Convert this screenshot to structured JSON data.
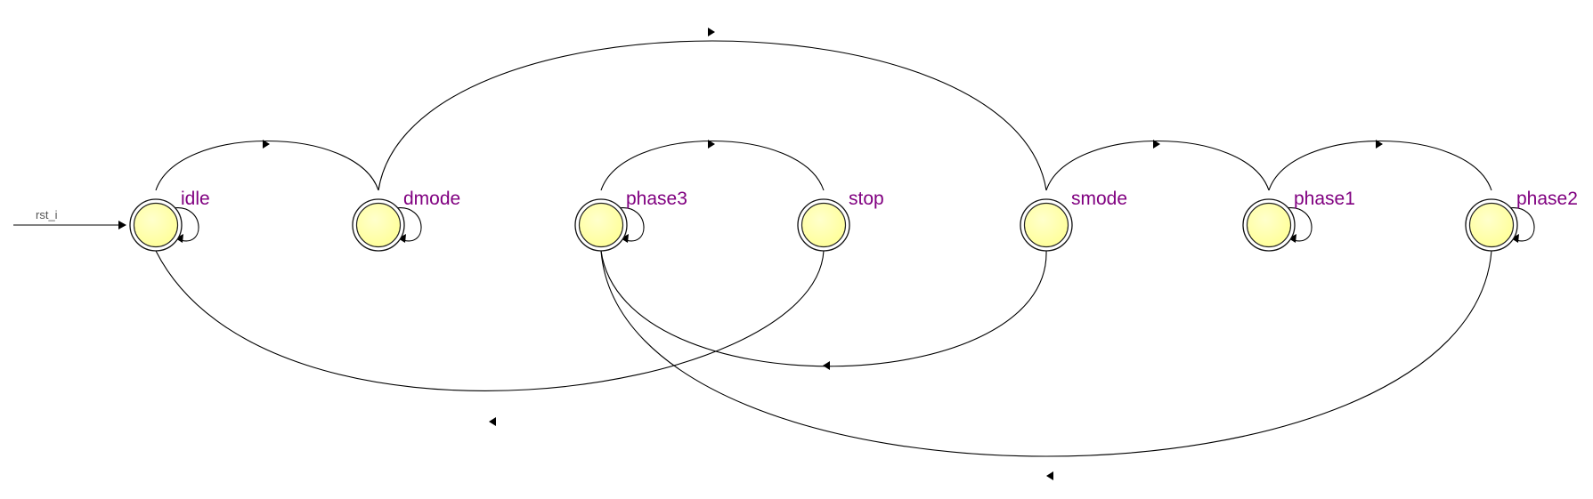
{
  "reset": {
    "label": "rst_i",
    "target": "idle"
  },
  "states": [
    {
      "id": "idle",
      "label": "idle"
    },
    {
      "id": "dmode",
      "label": "dmode"
    },
    {
      "id": "phase3",
      "label": "phase3"
    },
    {
      "id": "stop",
      "label": "stop"
    },
    {
      "id": "smode",
      "label": "smode"
    },
    {
      "id": "phase1",
      "label": "phase1"
    },
    {
      "id": "phase2",
      "label": "phase2"
    }
  ],
  "self_loops": [
    "idle",
    "dmode",
    "phase3",
    "phase1",
    "phase2"
  ],
  "transitions": [
    {
      "from": "idle",
      "to": "dmode"
    },
    {
      "from": "dmode",
      "to": "smode"
    },
    {
      "from": "phase3",
      "to": "stop"
    },
    {
      "from": "smode",
      "to": "phase1"
    },
    {
      "from": "phase1",
      "to": "phase2"
    },
    {
      "from": "stop",
      "to": "idle"
    },
    {
      "from": "smode",
      "to": "phase3"
    },
    {
      "from": "phase2",
      "to": "phase3"
    }
  ],
  "colors": {
    "state_fill": "#ffff99",
    "state_fill_center": "#ffffcc",
    "label_text": "#800080",
    "reset_text": "#555555",
    "edge": "#000000"
  }
}
